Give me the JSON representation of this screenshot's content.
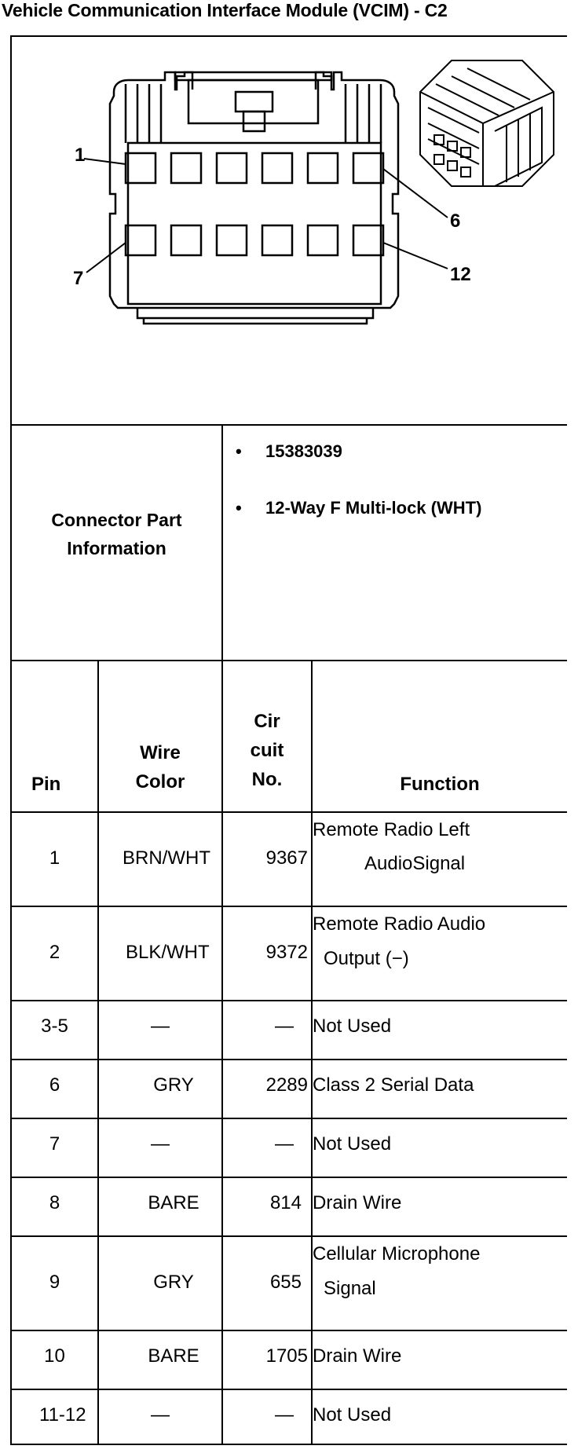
{
  "title": "Vehicle Communication Interface Module (VCIM) - C2",
  "diagram": {
    "pin_labels": {
      "top_left": "1",
      "top_right": "6",
      "bottom_left": "7",
      "bottom_right": "12"
    }
  },
  "connector_info": {
    "label_line1": "Connector Part",
    "label_line2": "Information",
    "items": [
      {
        "bullet": "•",
        "text": "15383039"
      },
      {
        "bullet": "•",
        "text": "12-Way F Multi-lock (WHT)"
      }
    ]
  },
  "table": {
    "headers": {
      "pin": "Pin",
      "wire_color_line1": "Wire",
      "wire_color_line2": "Color",
      "circuit_line1": "Cir",
      "circuit_line2": "cuit",
      "circuit_line3": "No.",
      "function": "Function"
    },
    "rows": [
      {
        "pin": "1",
        "color": "BRN/WHT",
        "circuit": "9367",
        "function_line1": "Remote Radio Left",
        "function_line2": "AudioSignal"
      },
      {
        "pin": "2",
        "color": "BLK/WHT",
        "circuit": "9372",
        "function_line1": "Remote Radio Audio",
        "function_line2": "Output (−)"
      },
      {
        "pin": "3-5",
        "color": "—",
        "circuit": "—",
        "function_line1": "Not Used",
        "function_line2": ""
      },
      {
        "pin": "6",
        "color": "GRY",
        "circuit": "2289",
        "function_line1": "Class 2 Serial Data",
        "function_line2": ""
      },
      {
        "pin": "7",
        "color": "—",
        "circuit": "—",
        "function_line1": "Not Used",
        "function_line2": ""
      },
      {
        "pin": "8",
        "color": "BARE",
        "circuit": "814",
        "function_line1": "Drain Wire",
        "function_line2": ""
      },
      {
        "pin": "9",
        "color": "GRY",
        "circuit": "655",
        "function_line1": "Cellular Microphone",
        "function_line2": "Signal"
      },
      {
        "pin": "10",
        "color": "BARE",
        "circuit": "1705",
        "function_line1": "Drain Wire",
        "function_line2": ""
      },
      {
        "pin": "11-12",
        "color": "—",
        "circuit": "—",
        "function_line1": "Not Used",
        "function_line2": ""
      }
    ]
  }
}
